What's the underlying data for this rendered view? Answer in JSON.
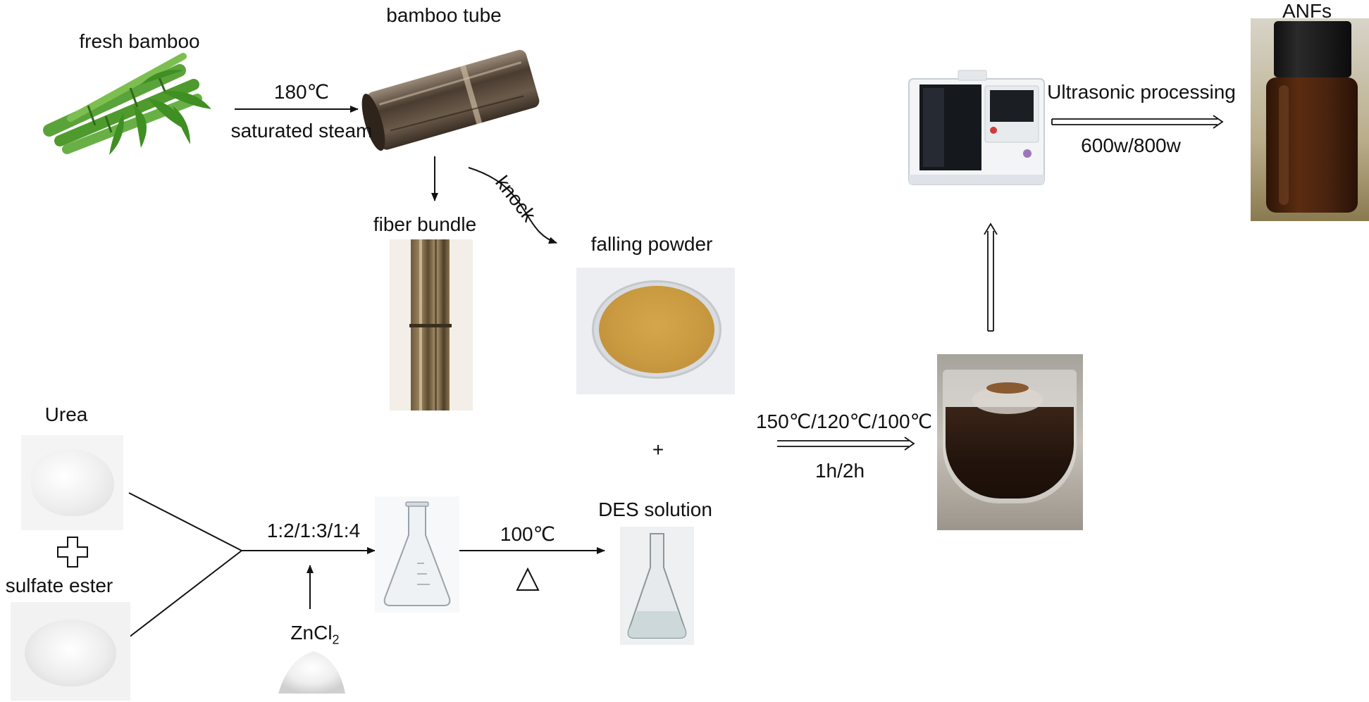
{
  "labels": {
    "fresh_bamboo": "fresh bamboo",
    "bamboo_tube": "bamboo tube",
    "steam_temp": "180℃",
    "saturated_steam": "saturated steam",
    "fiber_bundle": "fiber bundle",
    "knock": "knock",
    "falling_powder": "falling powder",
    "plus_sign": "+",
    "urea": "Urea",
    "sulfate_ester": "sulfate ester",
    "ratio": "1:2/1:3/1:4",
    "zncl2_base": "ZnCl",
    "zncl2_sub": "2",
    "des_temp": "100℃",
    "des_solution": "DES solution",
    "reaction_temps": "150℃/120℃/100℃",
    "reaction_time": "1h/2h",
    "ultrasonic": "Ultrasonic processing",
    "power": "600w/800w",
    "anfs": "ANFs"
  },
  "colors": {
    "bamboo_green": "#4f9a2c",
    "bamboo_tube": "#5a4a3a",
    "powder": "#c99a40",
    "dark_liquid": "#2a1a10",
    "anf_liquid": "#4a2410",
    "arrow": "#111111"
  }
}
